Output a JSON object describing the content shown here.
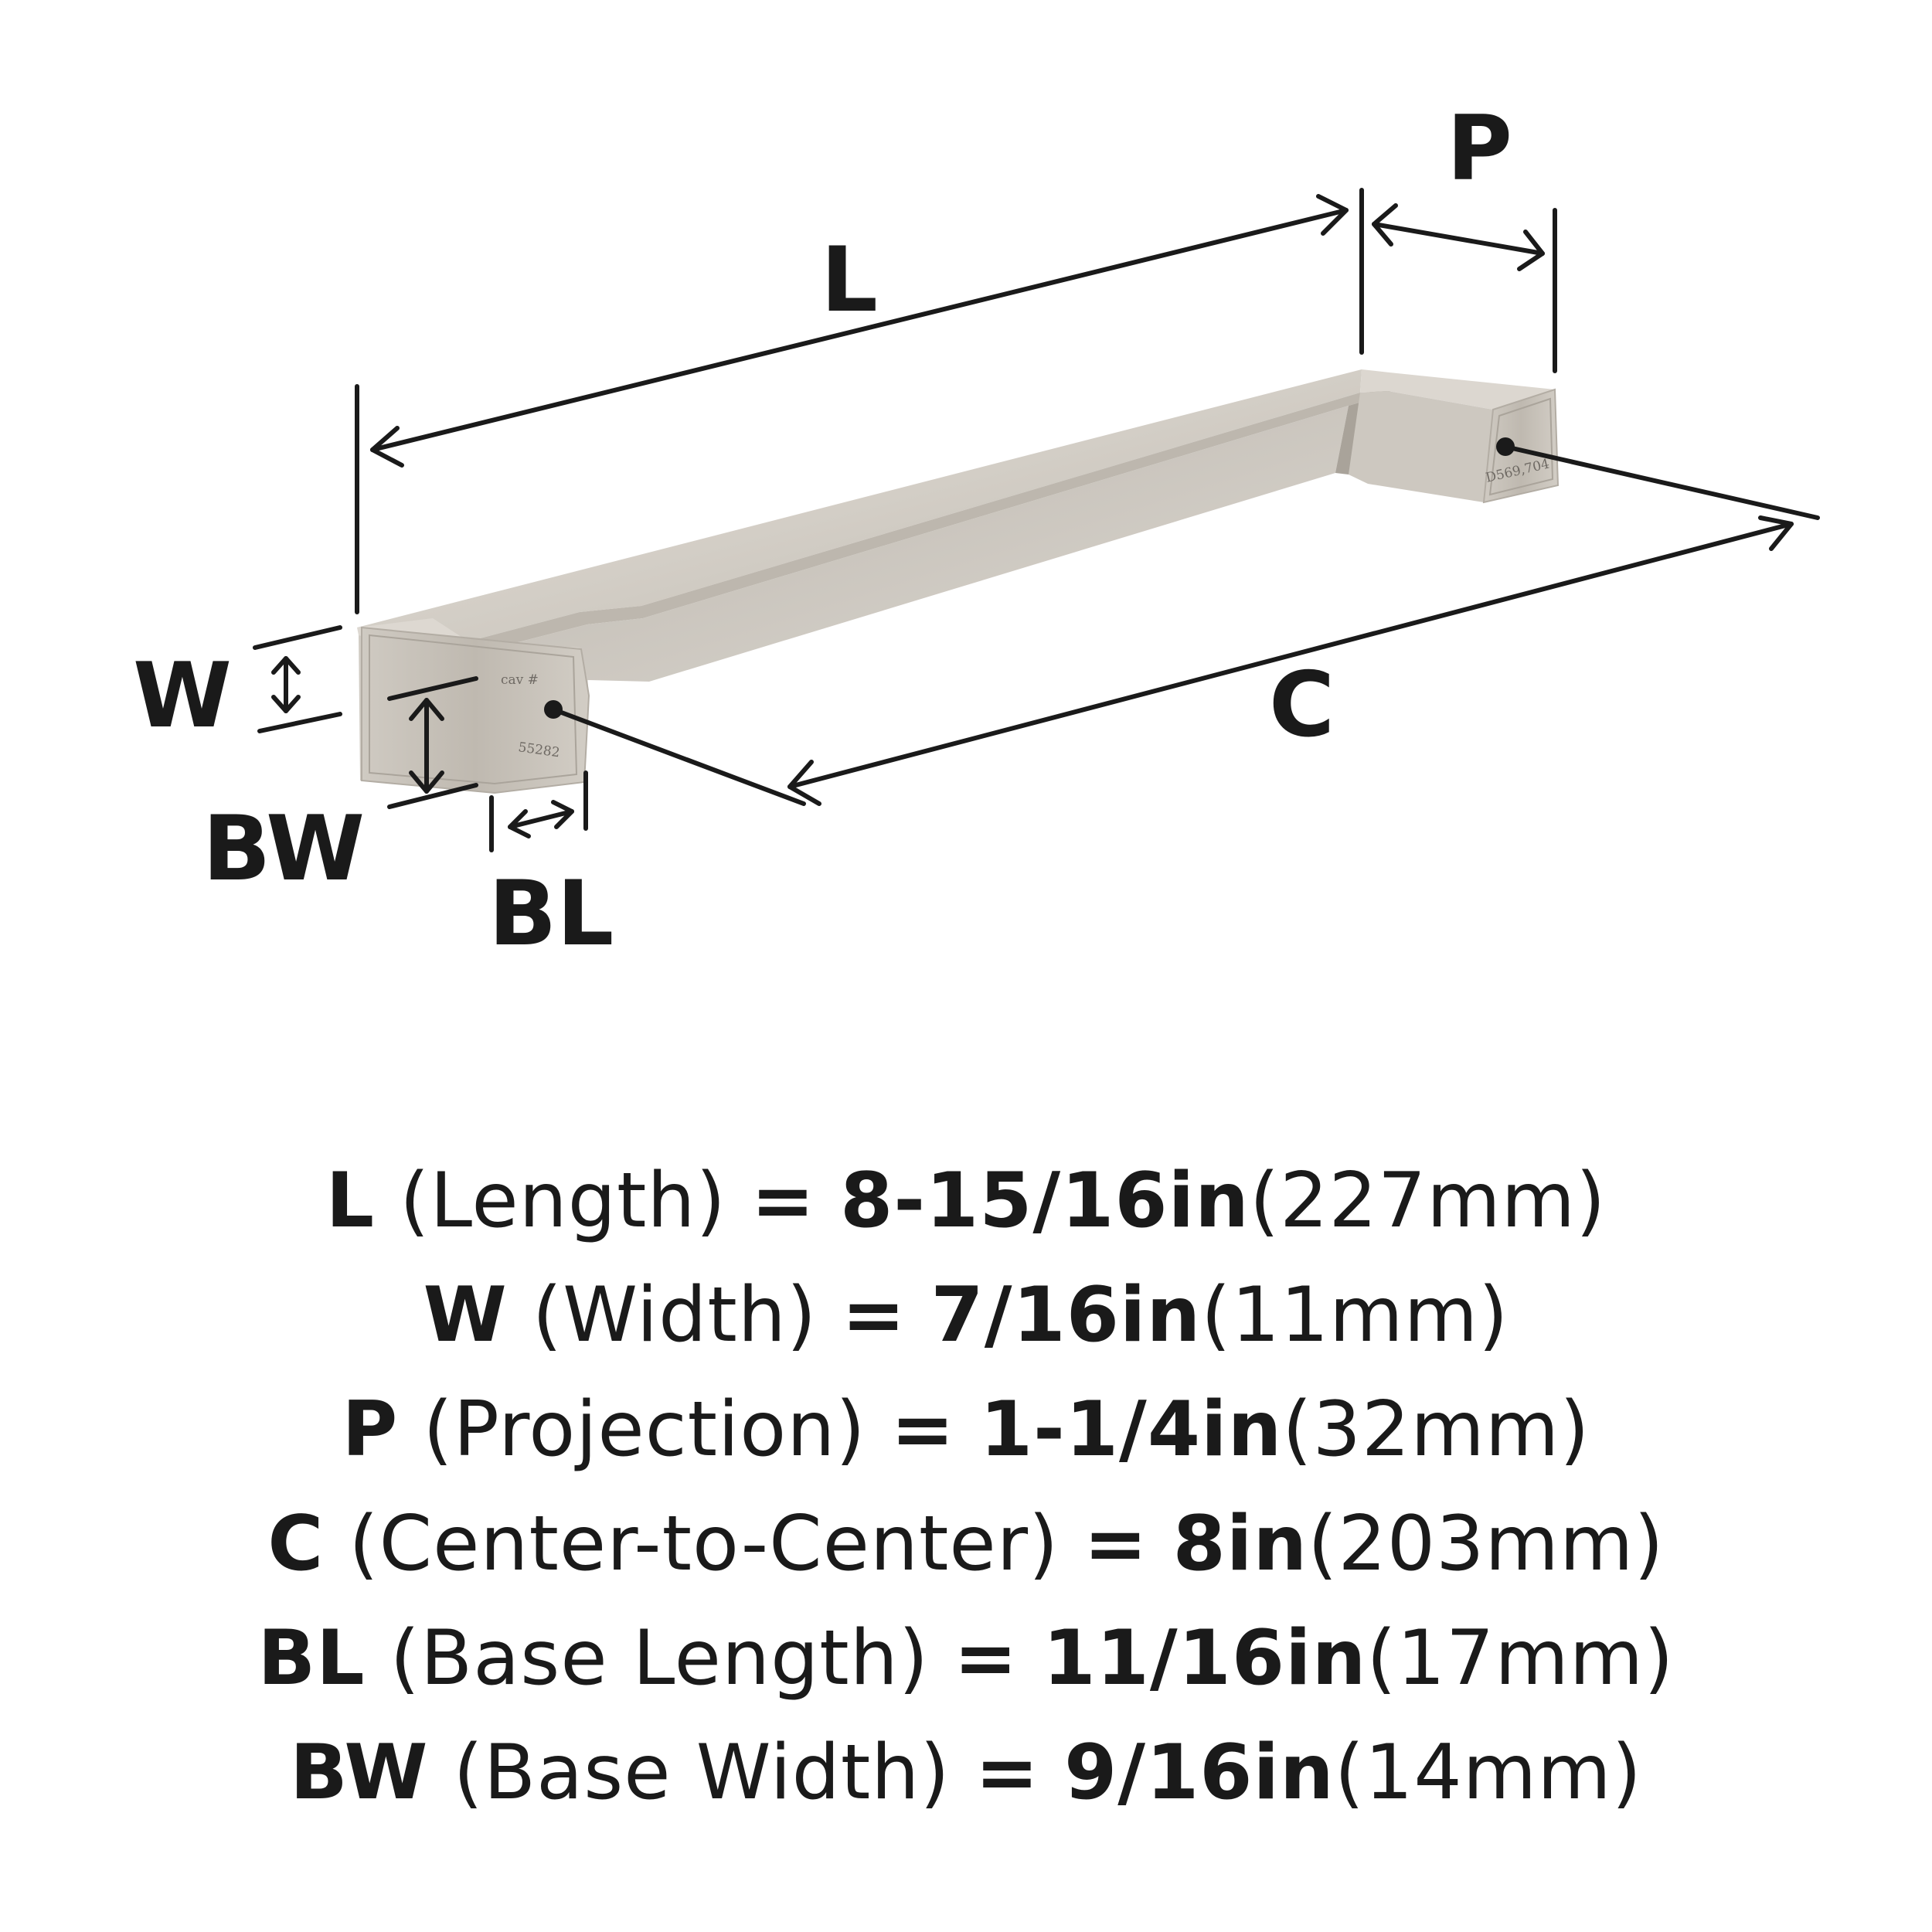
{
  "diagram": {
    "labels": {
      "L": "L",
      "P": "P",
      "W": "W",
      "C": "C",
      "BW": "BW",
      "BL": "BL"
    },
    "stamps": {
      "left_top": "cav #",
      "left_bottom": "55282",
      "right": "D569,704"
    },
    "colors": {
      "finish_light": "#e1ddd6",
      "finish_mid": "#c9c4bc",
      "finish_dark": "#a9a39a",
      "line": "#1a1a1a"
    }
  },
  "specs": [
    {
      "symbol": "L",
      "name": "(Length)",
      "eq": "=",
      "imperial": "8-15/16in",
      "metric": "(227mm)"
    },
    {
      "symbol": "W",
      "name": "(Width)",
      "eq": "=",
      "imperial": "7/16in",
      "metric": "(11mm)"
    },
    {
      "symbol": "P",
      "name": "(Projection)",
      "eq": "=",
      "imperial": "1-1/4in",
      "metric": "(32mm)"
    },
    {
      "symbol": "C",
      "name": "(Center-to-Center)",
      "eq": "=",
      "imperial": "8in",
      "metric": "(203mm)"
    },
    {
      "symbol": "BL",
      "name": "(Base Length)",
      "eq": "=",
      "imperial": "11/16in",
      "metric": "(17mm)"
    },
    {
      "symbol": "BW",
      "name": "(Base Width)",
      "eq": "=",
      "imperial": "9/16in",
      "metric": "(14mm)"
    }
  ]
}
